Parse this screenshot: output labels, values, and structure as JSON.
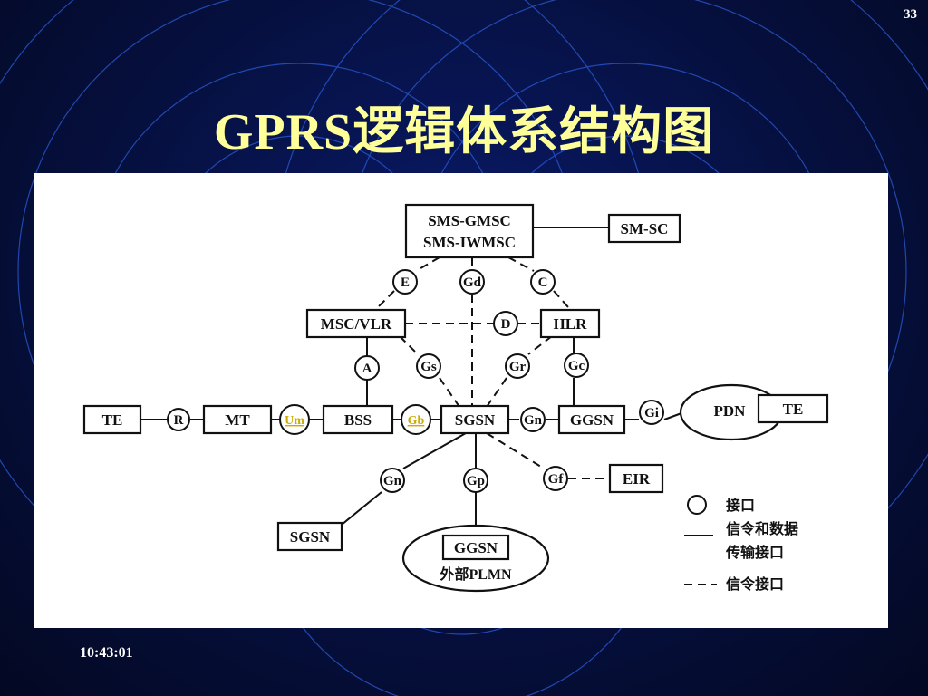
{
  "slide": {
    "page_number": "33",
    "title": "GPRS逻辑体系结构图",
    "timestamp": "10:43:01"
  },
  "nodes": {
    "sms_gmsc_line1": "SMS-GMSC",
    "sms_gmsc_line2": "SMS-IWMSC",
    "sm_sc": "SM-SC",
    "msc_vlr": "MSC/VLR",
    "hlr": "HLR",
    "te_left": "TE",
    "mt": "MT",
    "bss": "BSS",
    "sgsn": "SGSN",
    "ggsn": "GGSN",
    "pdn": "PDN",
    "te_right": "TE",
    "eir": "EIR",
    "sgsn_bottom": "SGSN",
    "ggsn_bottom": "GGSN",
    "external_plmn": "外部PLMN"
  },
  "interfaces": {
    "e": "E",
    "gd": "Gd",
    "c": "C",
    "d": "D",
    "a": "A",
    "gs": "Gs",
    "gr": "Gr",
    "gc": "Gc",
    "r": "R",
    "um": "Um",
    "gb": "Gb",
    "gn_right": "Gn",
    "gi": "Gi",
    "gn_bottom": "Gn",
    "gp": "Gp",
    "gf": "Gf"
  },
  "legend": {
    "interface": "接口",
    "signal_data_line1": "信令和数据",
    "signal_data_line2": "传输接口",
    "signal_only": "信令接口"
  },
  "colors": {
    "title": "#ffff99",
    "link_label": "#ccaa00"
  }
}
